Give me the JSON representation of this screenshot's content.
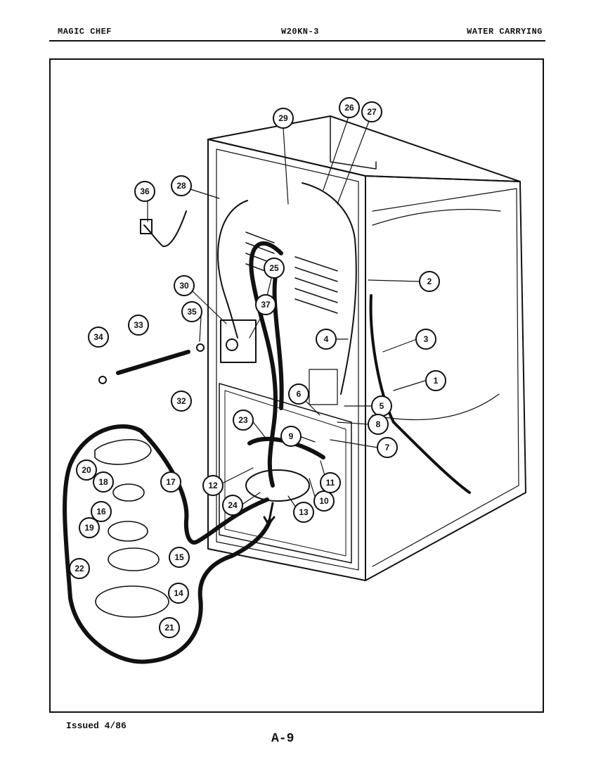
{
  "header": {
    "left": "MAGIC CHEF",
    "center": "W20KN-3",
    "right": "WATER CARRYING"
  },
  "footer": {
    "issued": "Issued 4/86",
    "page": "A-9"
  },
  "callouts": [
    {
      "id": "c1",
      "label": "1"
    },
    {
      "id": "c2",
      "label": "2"
    },
    {
      "id": "c3",
      "label": "3"
    },
    {
      "id": "c4",
      "label": "4"
    },
    {
      "id": "c5",
      "label": "5"
    },
    {
      "id": "c6",
      "label": "6"
    },
    {
      "id": "c7",
      "label": "7"
    },
    {
      "id": "c8",
      "label": "8"
    },
    {
      "id": "c9",
      "label": "9"
    },
    {
      "id": "c10",
      "label": "10"
    },
    {
      "id": "c11",
      "label": "11"
    },
    {
      "id": "c12",
      "label": "12"
    },
    {
      "id": "c13",
      "label": "13"
    },
    {
      "id": "c14",
      "label": "14"
    },
    {
      "id": "c15",
      "label": "15"
    },
    {
      "id": "c16",
      "label": "16"
    },
    {
      "id": "c17",
      "label": "17"
    },
    {
      "id": "c18",
      "label": "18"
    },
    {
      "id": "c19",
      "label": "19"
    },
    {
      "id": "c20",
      "label": "20"
    },
    {
      "id": "c21",
      "label": "21"
    },
    {
      "id": "c22",
      "label": "22"
    },
    {
      "id": "c23",
      "label": "23"
    },
    {
      "id": "c24",
      "label": "24"
    },
    {
      "id": "c25",
      "label": "25"
    },
    {
      "id": "c26",
      "label": "26"
    },
    {
      "id": "c27",
      "label": "27"
    },
    {
      "id": "c28",
      "label": "28"
    },
    {
      "id": "c29",
      "label": "29"
    },
    {
      "id": "c30",
      "label": "30"
    },
    {
      "id": "c32",
      "label": "32"
    },
    {
      "id": "c33",
      "label": "33"
    },
    {
      "id": "c34",
      "label": "34"
    },
    {
      "id": "c35",
      "label": "35"
    },
    {
      "id": "c36",
      "label": "36"
    },
    {
      "id": "c37",
      "label": "37"
    }
  ]
}
